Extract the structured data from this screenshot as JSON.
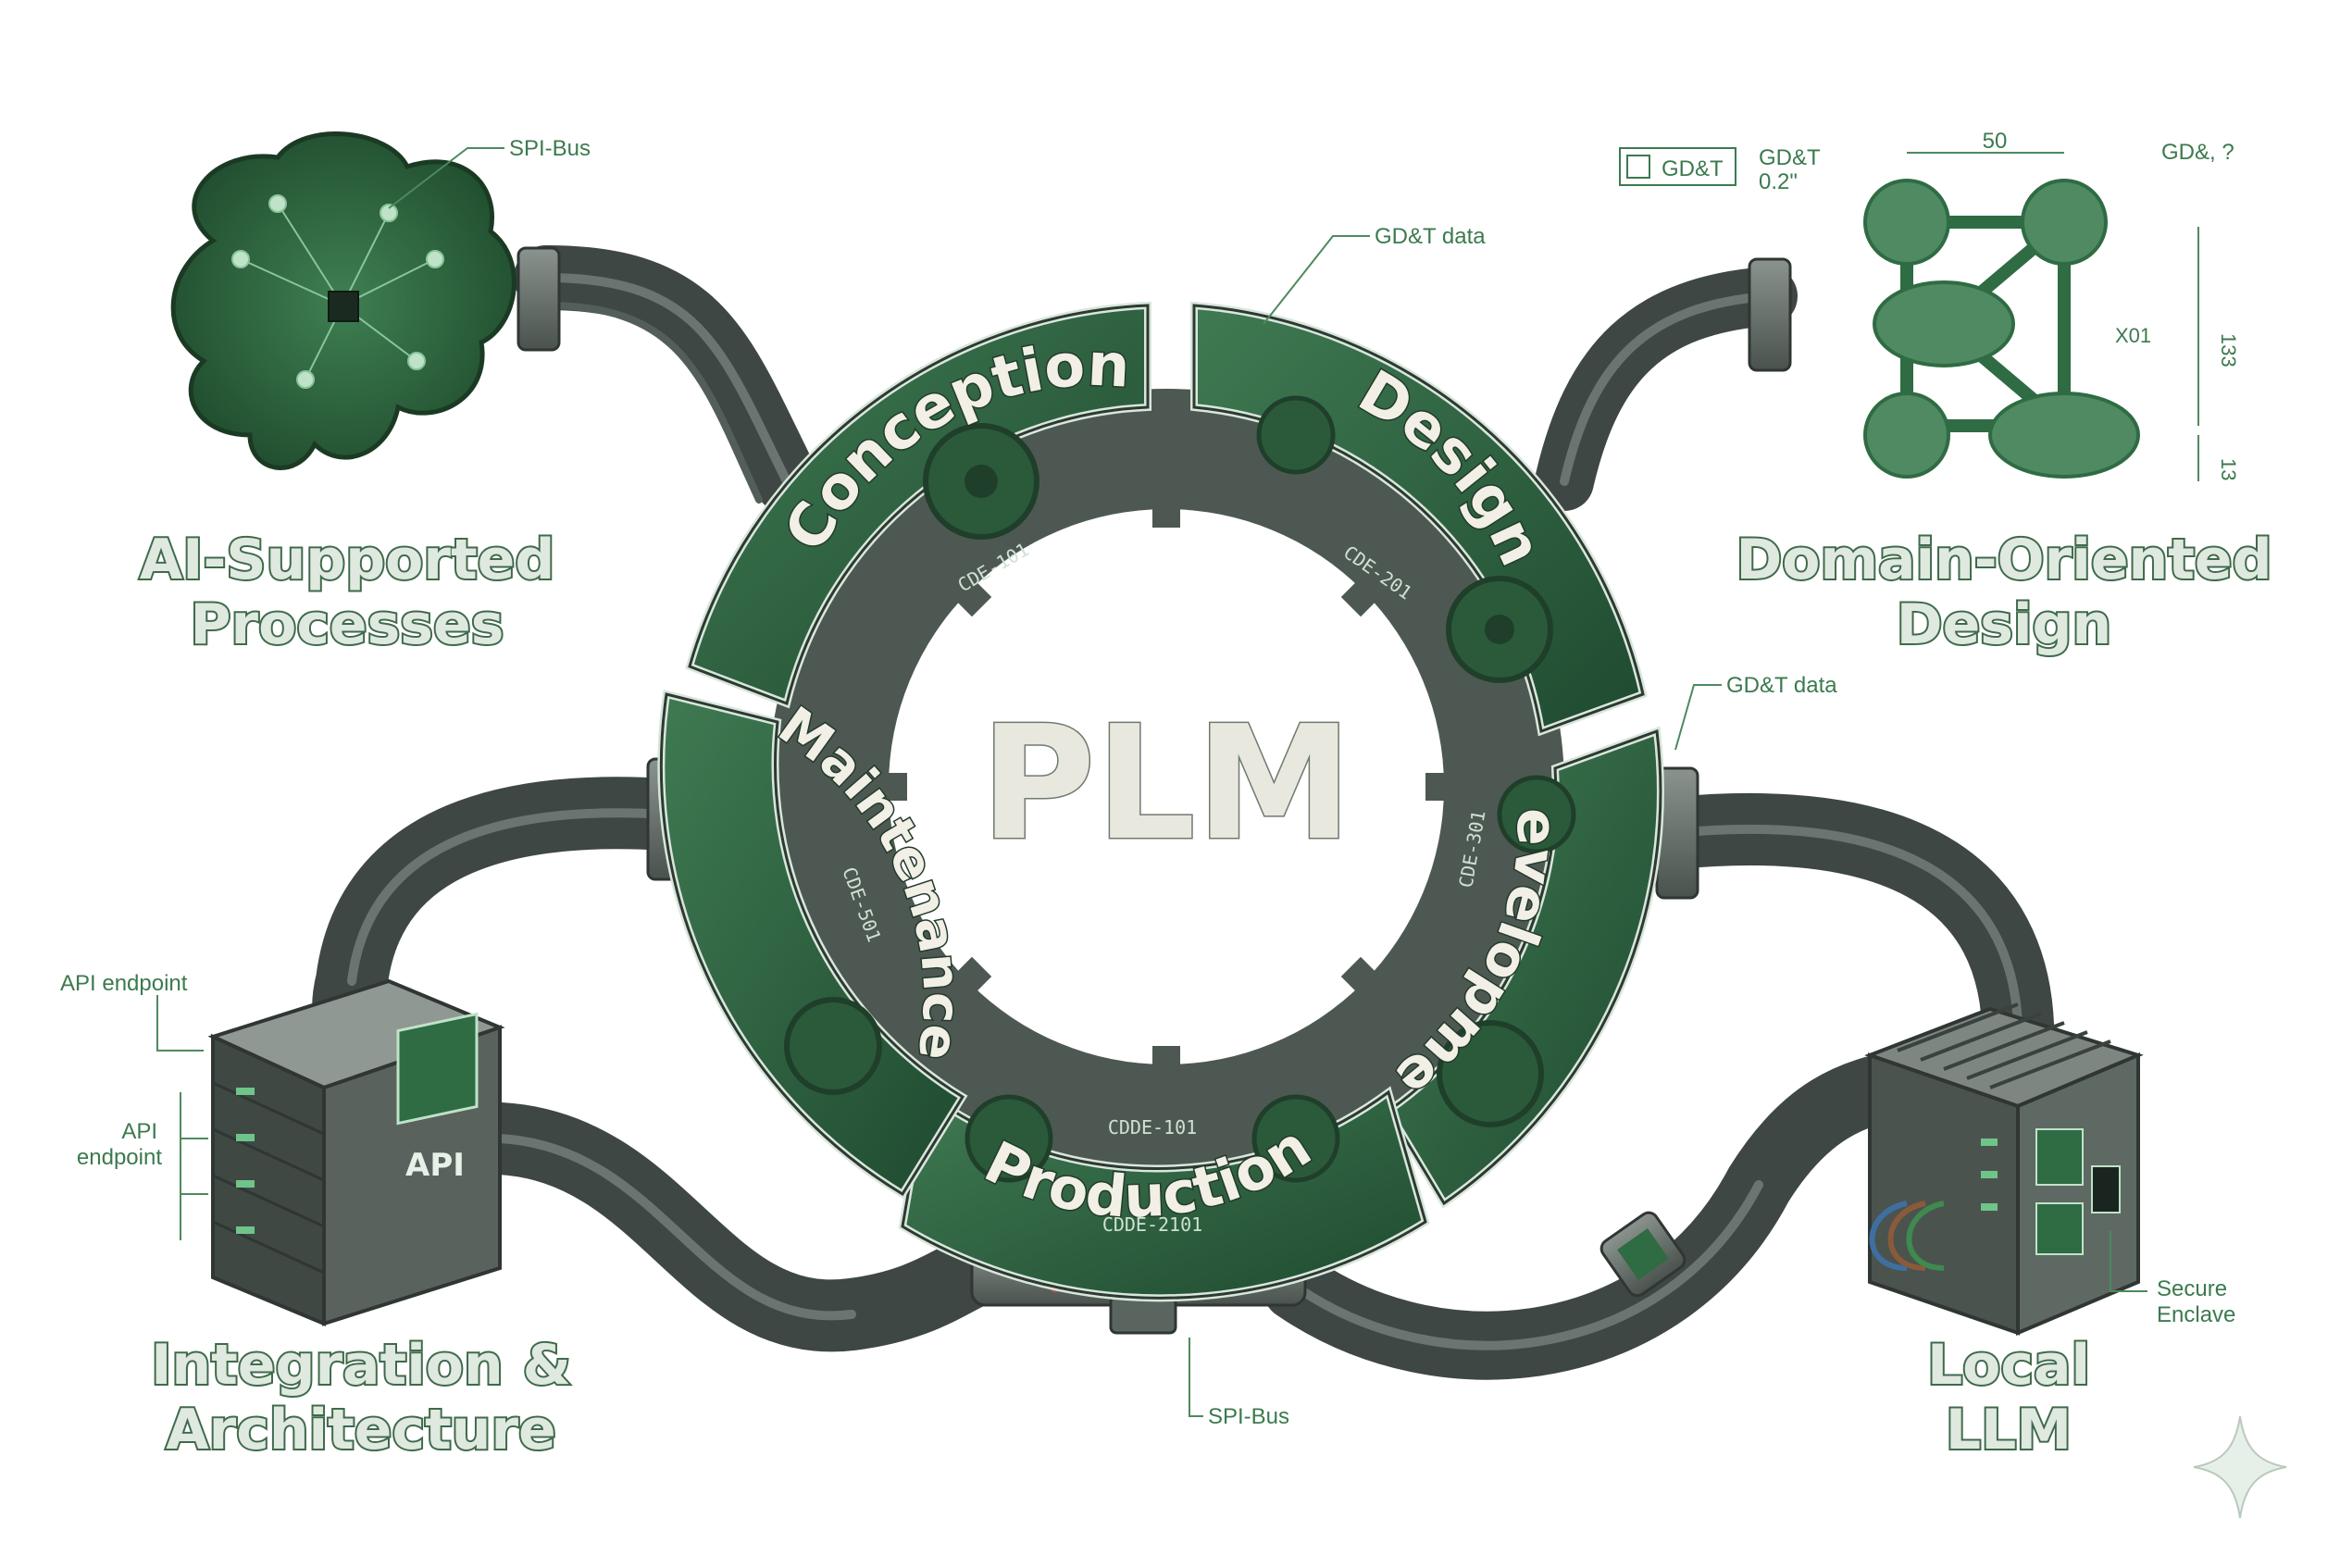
{
  "center": {
    "title": "PLM"
  },
  "segments": [
    {
      "label": "Conception",
      "tag": "CDE-101"
    },
    {
      "label": "Design",
      "tag": "CDE-201"
    },
    {
      "label": "Development",
      "tag": "CDE-301"
    },
    {
      "label": "Production",
      "tag": "CDDE-101",
      "tag2": "CDDE-2101"
    },
    {
      "label": "Maintenance",
      "tag": "CDE-501"
    }
  ],
  "modules": {
    "ai": {
      "line1": "AI-Supported",
      "line2": "Processes"
    },
    "design": {
      "line1": "Domain-Oriented",
      "line2": "Design"
    },
    "integration": {
      "line1": "Integration &",
      "line2": "Architecture",
      "chip": "API"
    },
    "llm": {
      "line1": "Local",
      "line2": "LLM"
    }
  },
  "annotations": {
    "spi_top": "SPI-Bus",
    "spi_bottom": "SPI-Bus",
    "gdt_data_1": "GD&T data",
    "gdt_data_2": "GD&T data",
    "api_endpoint_1": "API endpoint",
    "api_endpoint_2a": "API",
    "api_endpoint_2b": "endpoint",
    "secure_1": "Secure",
    "secure_2": "Enclave",
    "gdt_box": "GD&T",
    "gdt_spec_1": "GD&T",
    "gdt_spec_2": "0.2\"",
    "gdt_q": "GD&, ?",
    "dim_50": "50",
    "dim_133": "133",
    "dim_13": "13",
    "dim_x01": "X01"
  },
  "colors": {
    "green": "#2f6b43",
    "dark": "#263a2e",
    "steel": "#5b6560",
    "caption": "#3f6a4b"
  }
}
